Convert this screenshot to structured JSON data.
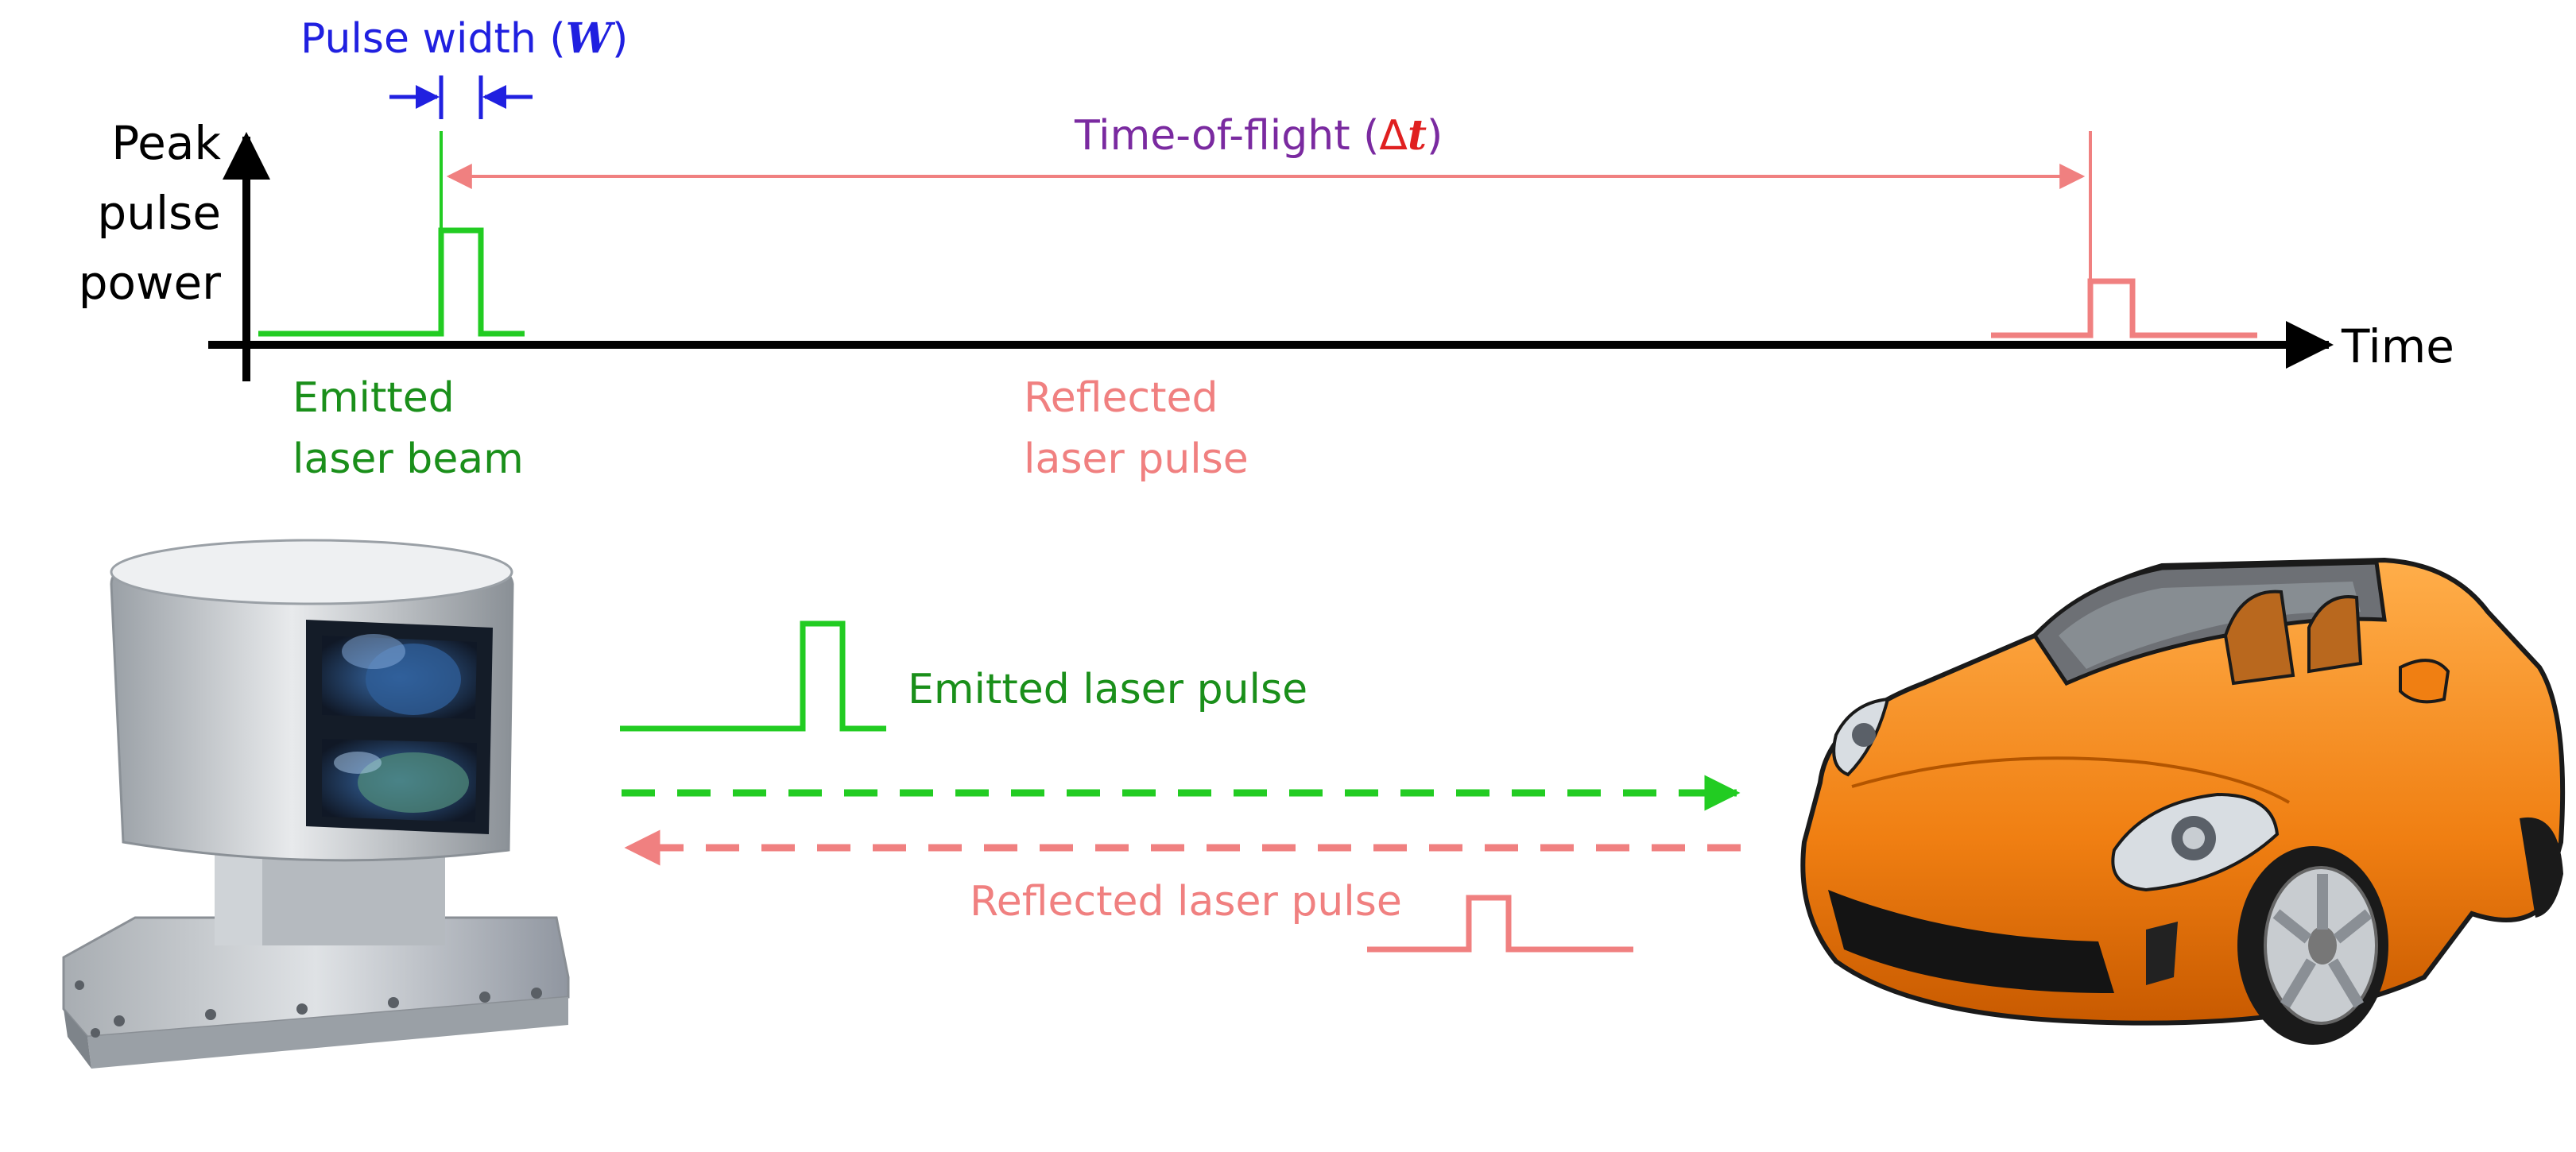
{
  "labels": {
    "pulse_width_text": "Pulse width (",
    "pulse_width_symbol": "W",
    "pulse_width_close": ")",
    "y_axis_line1": "Peak",
    "y_axis_line2": "pulse",
    "y_axis_line3": "power",
    "time_of_flight_text": "Time-of-flight (",
    "time_of_flight_delta": "Δ",
    "time_of_flight_t": "t",
    "time_of_flight_close": ")",
    "x_axis_label": "Time",
    "emitted_beam_line1": "Emitted",
    "emitted_beam_line2": "laser beam",
    "reflected_pulse_line1": "Reflected",
    "reflected_pulse_line2": "laser pulse",
    "emitted_laser_pulse": "Emitted laser pulse",
    "reflected_laser_pulse": "Reflected laser pulse"
  },
  "colors": {
    "axis": "#000000",
    "emitted": "#22cc22",
    "emitted_text": "#1a8f1a",
    "reflected": "#f08080",
    "pulse_width": "#2020e0",
    "time_of_flight_text": "#7a2aa0",
    "delta_t": "#e02020",
    "lidar_body": "#c0c4c8",
    "lidar_lens": "#1a2a3a",
    "car_body": "#f08a1c"
  },
  "icons": {
    "lidar": "lidar-sensor-icon",
    "car": "orange-convertible-car-icon"
  }
}
